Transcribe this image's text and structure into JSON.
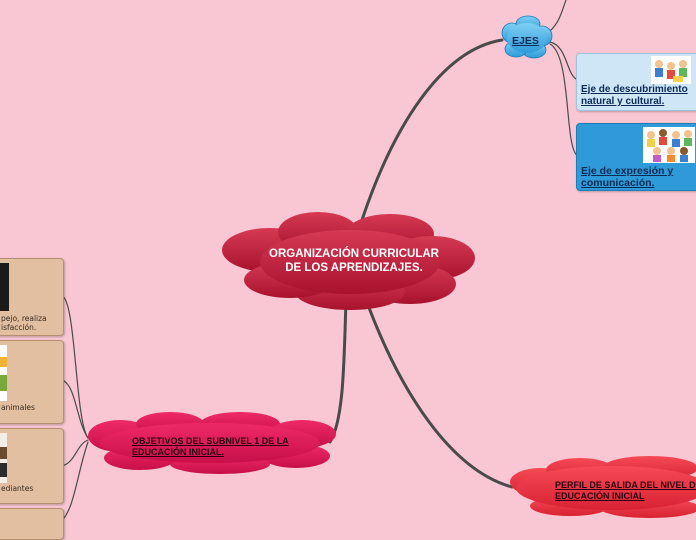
{
  "center": {
    "title": "ORGANIZACIÓN CURRICULAR DE LOS APRENDIZAJES."
  },
  "ejes": {
    "label": "EJES",
    "items": [
      {
        "label": "Eje de descubrimiento natural y cultural."
      },
      {
        "label": "Eje de expresión y comunicación."
      }
    ]
  },
  "objetivos": {
    "label": "OBJETIVOS DEL SUBNIVEL 1 DE LA EDUCACIÓN INICIAL.",
    "items": [
      {
        "text_line1": "pejo, realiza",
        "text_line2": "isfacción."
      },
      {
        "text_line1": "animales"
      },
      {
        "text_line1": "ediantes"
      }
    ]
  },
  "perfil": {
    "label": "PERFIL DE SALIDA DEL NIVEL DE LA EDUCACIÓN INICIAL"
  },
  "colors": {
    "background": "#f9c7d3",
    "center_node": "#c0203e",
    "ejes_node": "#4fb5e8",
    "objetivos_node": "#e0185a",
    "perfil_node": "#ee3344",
    "connector": "#4a4a4a"
  }
}
